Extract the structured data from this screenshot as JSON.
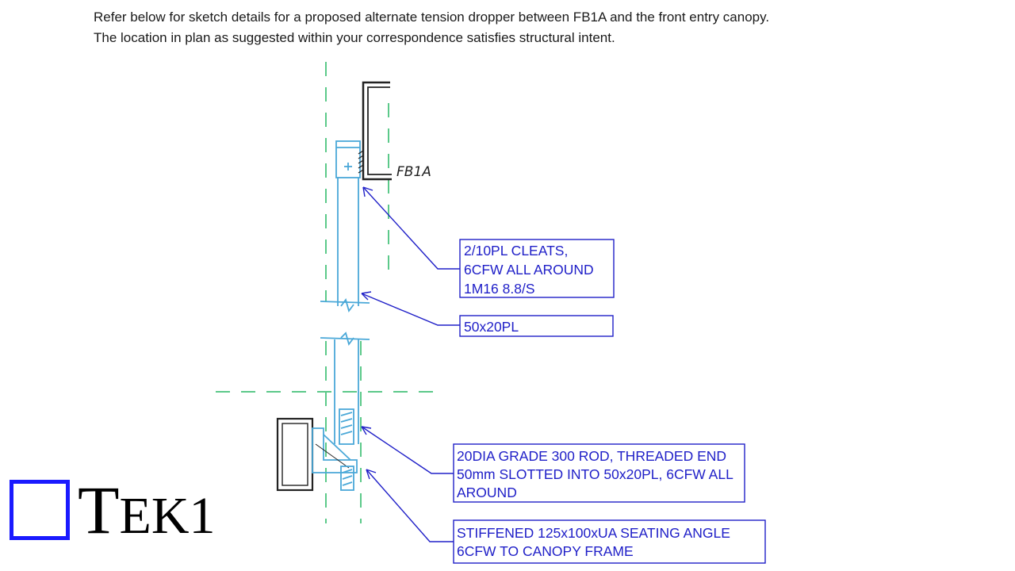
{
  "intro": {
    "line1": "Refer below for sketch details for a proposed alternate tension dropper between FB1A and the front entry canopy.",
    "line2": "The location in plan as suggested within your correspondence satisfies structural intent."
  },
  "sketch": {
    "beam_label": "FB1A",
    "callouts": [
      {
        "lines": [
          "2/10PL CLEATS,",
          "6CFW ALL AROUND",
          "1M16 8.8/S"
        ]
      },
      {
        "lines": [
          "50x20PL"
        ]
      },
      {
        "lines": [
          "20DIA GRADE 300 ROD, THREADED END",
          "50mm SLOTTED INTO 50x20PL, 6CFW ALL",
          "AROUND"
        ]
      },
      {
        "lines": [
          "STIFFENED 125x100xUA SEATING ANGLE",
          "6CFW TO CANOPY FRAME"
        ]
      }
    ],
    "colors": {
      "callout": "#2020c8",
      "sketch_blue": "#4aa8d8",
      "centerline_green": "#5cc98a",
      "ink": "#222222"
    }
  },
  "logo": {
    "initial": "T",
    "rest": "EK1",
    "box_color": "#1a1aff"
  }
}
